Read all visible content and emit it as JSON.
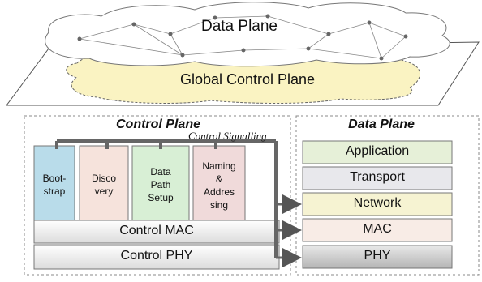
{
  "top_figure": {
    "data_plane_label": "Data Plane",
    "global_control_plane_label": "Global Control Plane"
  },
  "control_plane": {
    "title": "Control Plane",
    "signalling_label": "Control Signalling",
    "modules": [
      {
        "label": "Boot-\nstrap",
        "color": "#b9dcea"
      },
      {
        "label": "Disco\nvery",
        "color": "#f6e3dc"
      },
      {
        "label": "Data\nPath\nSetup",
        "color": "#d8efd5"
      },
      {
        "label": "Naming\n&\nAddres\nsing",
        "color": "#f0dada"
      }
    ],
    "mac_label": "Control MAC",
    "phy_label": "Control PHY"
  },
  "data_plane": {
    "title": "Data Plane",
    "layers": [
      {
        "label": "Application",
        "color": "#e6f0d8"
      },
      {
        "label": "Transport",
        "color": "#e8e8ec"
      },
      {
        "label": "Network",
        "color": "#f6f3d2"
      },
      {
        "label": "MAC",
        "color": "#f8ece6"
      },
      {
        "label": "PHY",
        "color": "#cfcfcf"
      }
    ]
  },
  "colors": {
    "arrow": "#666666",
    "cloud_fill": "#ffffff",
    "yellow_cloud": "#faf3c2"
  }
}
